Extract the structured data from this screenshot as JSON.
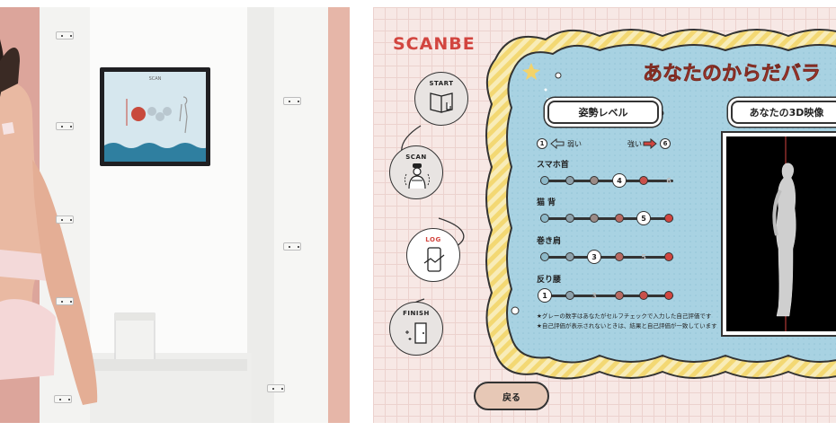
{
  "photo": {
    "monitor_title": "SCAN"
  },
  "app": {
    "brand": "SCANBE",
    "title": "あなたのからだバラ"
  },
  "steps": [
    {
      "label": "START",
      "icon": "book-touch-icon"
    },
    {
      "label": "SCAN",
      "icon": "person-scan-icon"
    },
    {
      "label": "LOG",
      "icon": "phone-graph-icon"
    },
    {
      "label": "FINISH",
      "icon": "door-exit-icon"
    }
  ],
  "posture": {
    "section_title": "姿勢レベル",
    "scale_min_num": "1",
    "scale_min_label": "弱い",
    "scale_max_label": "強い",
    "scale_max_num": "6",
    "metrics": [
      {
        "label": "スマホ首",
        "score": "4",
        "self": "6",
        "score_level": 4,
        "self_level": 6
      },
      {
        "label": "猫 背",
        "score": "5",
        "self": "",
        "score_level": 5,
        "self_level": 0
      },
      {
        "label": "巻き肩",
        "score": "3",
        "self": "5",
        "score_level": 3,
        "self_level": 5
      },
      {
        "label": "反り腰",
        "score": "1",
        "self": "3",
        "score_level": 1,
        "self_level": 3
      }
    ],
    "note_1": "★グレーの数字はあなたがセルフチェックで入力した自己評価です",
    "note_2": "★自己評価が表示されないときは、結果と自己評価が一致しています"
  },
  "viewer": {
    "section_title": "あなたの3D映像"
  },
  "buttons": {
    "back": "戻る"
  },
  "colors": {
    "brand_red": "#d2453f",
    "panel_blue": "#a9d3e3",
    "scallop_yellow": "#f5e27a",
    "grid_pink": "#f7e8e5"
  }
}
